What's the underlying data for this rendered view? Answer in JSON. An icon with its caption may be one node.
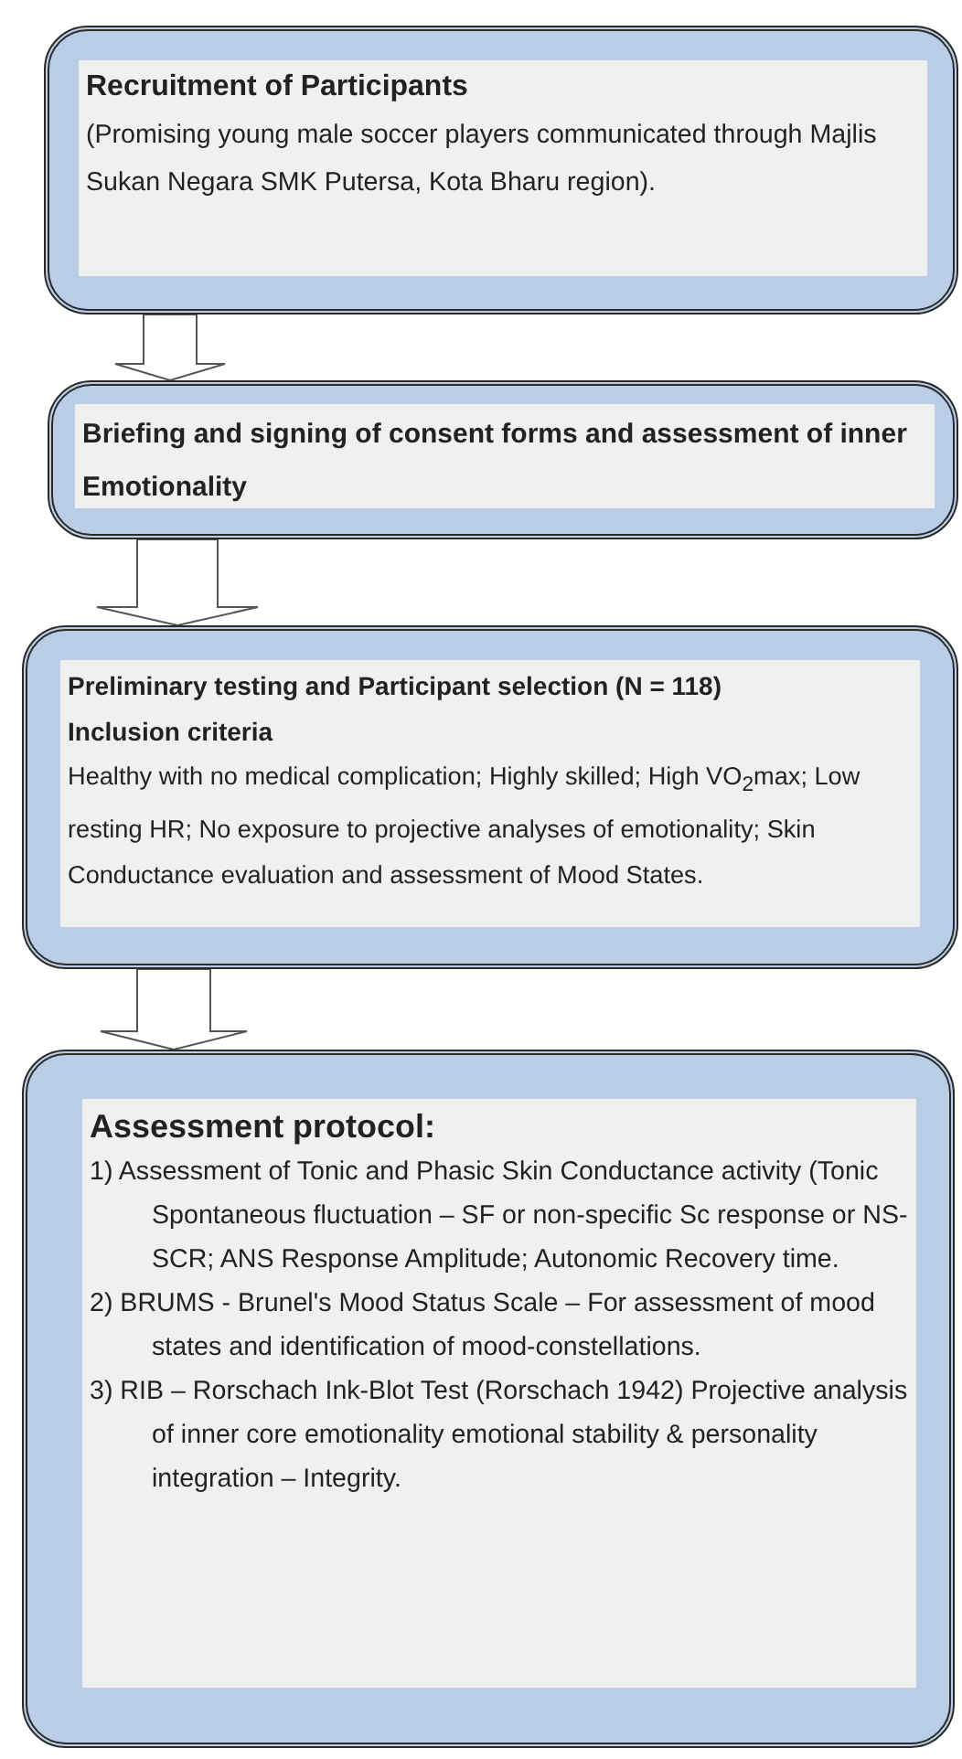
{
  "diagram": {
    "nodes": [
      {
        "text": [
          "Recruitment of Participants",
          "(Promising young male soccer players communicated through Majlis Sukan Negara SMK Putersa, Kota Bharu region)."
        ]
      },
      {
        "text": [
          "Briefing and signing of consent forms and assessment of inner Emotionality"
        ]
      },
      {
        "text": [
          "Preliminary testing and Participant selection (N = 118)",
          "Inclusion criteria",
          "Healthy with no medical complication; Highly skilled; High VO$_{2}$max; Low resting HR; No exposure to projective analyses of emotionality; Skin Conductance evaluation and assessment of Mood States."
        ]
      },
      {
        "text": [
          "Assessment protocol:",
          "1) Assessment of Tonic and Phasic Skin Conductance activity (Tonic Spontaneous fluctuation – SF or non-specific Sc response or NS-SCR; ANS Response Amplitude; Autonomic Recovery time.",
          "2) BRUMS - Brunel's Mood Status Scale – For assessment of mood states and identification of mood-constellations.",
          "3) RIB – Rorschach Ink-Blot Test (Rorschach 1942) Projective analysis of inner core emotionality emotional stability & personality integration – Integrity."
        ]
      }
    ],
    "edges": [
      {
        "from": 0,
        "to": 1,
        "arrow": "to"
      },
      {
        "from": 1,
        "to": 2,
        "arrow": "to"
      },
      {
        "from": 2,
        "to": 3,
        "arrow": "to"
      }
    ]
  }
}
